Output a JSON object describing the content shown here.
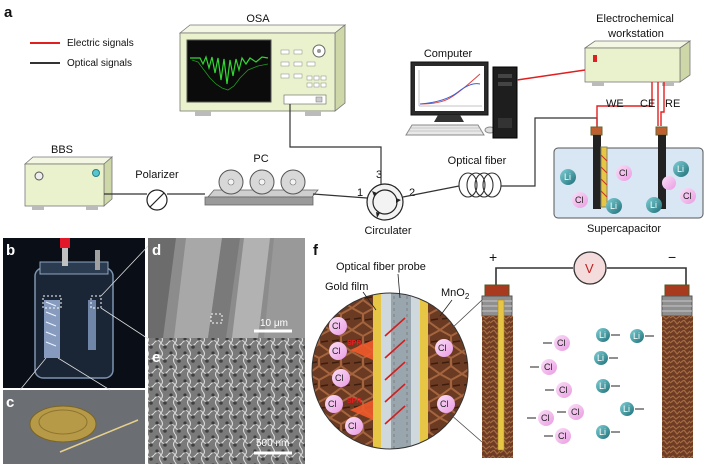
{
  "panels": {
    "a": "a",
    "b": "b",
    "c": "c",
    "d": "d",
    "e": "e",
    "f": "f"
  },
  "legend": {
    "electric": "Electric signals",
    "optical": "Optical signals"
  },
  "labels": {
    "osa": "OSA",
    "computer": "Computer",
    "workstation_l1": "Electrochemical",
    "workstation_l2": "workstation",
    "bbs": "BBS",
    "polarizer": "Polarizer",
    "pc": "PC",
    "optical_fiber": "Optical fiber",
    "circulator": "Circulater",
    "we": "WE",
    "ce": "CE",
    "re": "RE",
    "supercapacitor": "Supercapacitor",
    "port1": "1",
    "port2": "2",
    "port3": "3",
    "probe": "Optical fiber probe",
    "gold": "Gold film",
    "mno2": "MnO",
    "mno2_sub": "2",
    "plus": "+",
    "minus": "−",
    "voltage": "V",
    "spr": "SPR"
  },
  "ions": {
    "cl": "Cl",
    "li": "Li",
    "cl_sup": "−",
    "li_sup": "+"
  },
  "scales": {
    "d": "10 μm",
    "e": "500 nm"
  },
  "colors": {
    "electric": "#e02020",
    "optical": "#333333",
    "device": "#e9f2cc",
    "ion_cl": "#f3b7ee",
    "ion_li": "#2f8c94",
    "brown": "#6b3a22",
    "gold": "#e7c545"
  }
}
